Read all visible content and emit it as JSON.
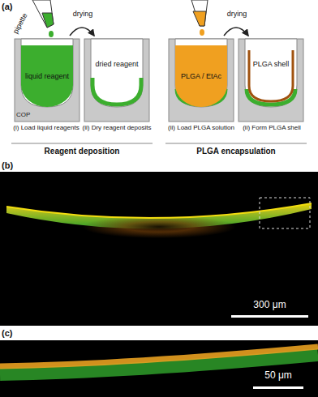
{
  "diagram": {
    "nodes": [
      {
        "text": [
          "liquid reagent"
        ]
      },
      {
        "text": [
          "PLGA / EtAc"
        ]
      }
    ],
    "labels": [
      "(a)",
      "pipette",
      "drying",
      "dried reagent",
      "COP",
      "(i) Load liquid reagents",
      "(ii) Dry reagent deposits",
      "Reagent deposition",
      "drying",
      "PLGA shell",
      "(ii) Load PLGA solution",
      "(ii) Form PLGA shell",
      "PLGA encapsulation",
      "(b)",
      "300 μm",
      "(c)",
      "50 μm"
    ]
  }
}
